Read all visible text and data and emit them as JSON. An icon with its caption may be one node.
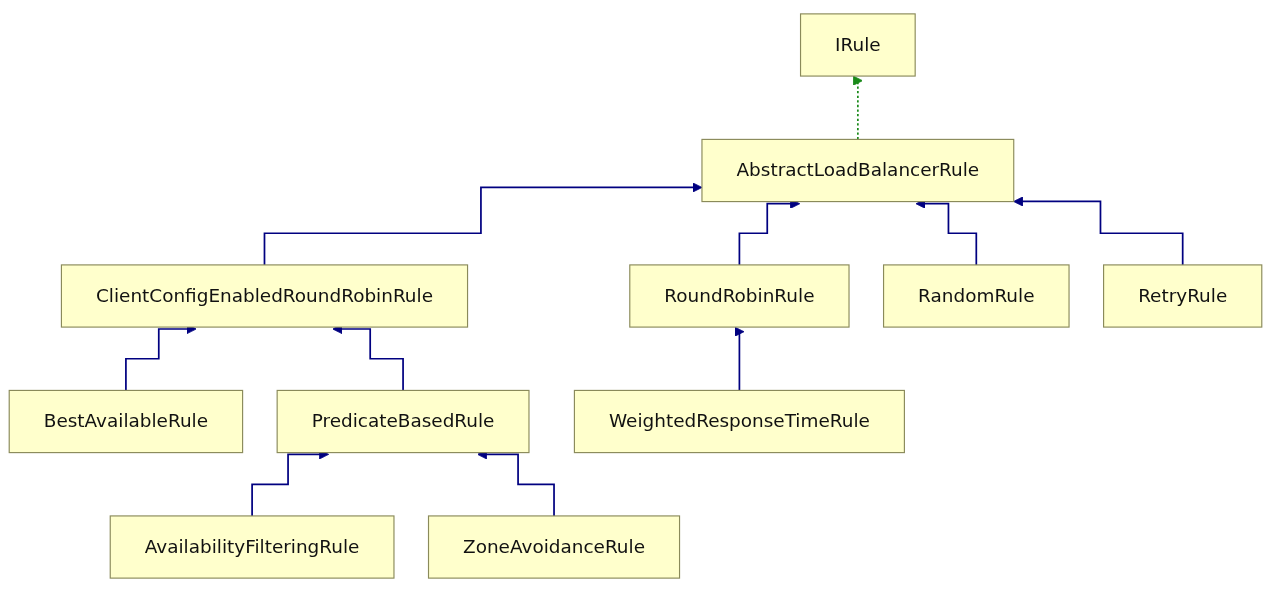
{
  "diagram": {
    "nodes": [
      {
        "text": [
          "IRule"
        ]
      },
      {
        "text": [
          "AbstractLoadBalancerRule"
        ]
      },
      {
        "text": [
          "ClientConfigEnabledRoundRobinRule"
        ]
      },
      {
        "text": [
          "RoundRobinRule"
        ]
      },
      {
        "text": [
          "RandomRule"
        ]
      },
      {
        "text": [
          "RetryRule"
        ]
      },
      {
        "text": [
          "BestAvailableRule"
        ]
      },
      {
        "text": [
          "PredicateBasedRule"
        ]
      },
      {
        "text": [
          "WeightedResponseTimeRule"
        ]
      },
      {
        "text": [
          "AvailabilityFilteringRule"
        ]
      },
      {
        "text": [
          "ZoneAvoidanceRule"
        ]
      }
    ],
    "edges": [
      {
        "from": 1,
        "to": 0,
        "arrow": "to",
        "style": "dashed",
        "color": "#1a8a1a"
      },
      {
        "from": 2,
        "to": 1,
        "arrow": "to"
      },
      {
        "from": 3,
        "to": 1,
        "arrow": "to"
      },
      {
        "from": 4,
        "to": 1,
        "arrow": "to"
      },
      {
        "from": 5,
        "to": 1,
        "arrow": "to"
      },
      {
        "from": 6,
        "to": 2,
        "arrow": "to"
      },
      {
        "from": 7,
        "to": 2,
        "arrow": "to"
      },
      {
        "from": 8,
        "to": 3,
        "arrow": "to"
      },
      {
        "from": 9,
        "to": 7,
        "arrow": "to"
      },
      {
        "from": 10,
        "to": 7,
        "arrow": "to"
      }
    ]
  }
}
